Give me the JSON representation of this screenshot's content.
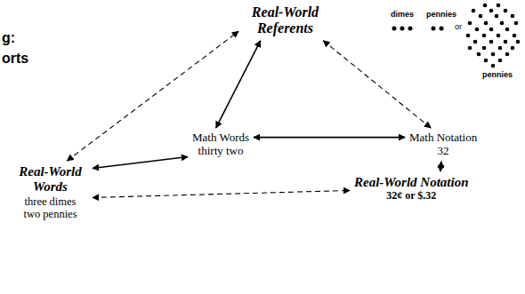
{
  "diagram": {
    "nodes": [
      {
        "text": [
          "Real-World Referents"
        ]
      },
      {
        "text": [
          "Math Words",
          "thirty two"
        ]
      },
      {
        "text": [
          "Math Notation",
          "32"
        ]
      },
      {
        "text": [
          "Real-World Words",
          "three dimes two pennies"
        ]
      },
      {
        "text": [
          "Real-World Notation",
          "32¢ or $.32"
        ]
      }
    ],
    "edges": [
      {
        "from": 1,
        "to": 2,
        "arrow": "both"
      },
      {
        "from": 1,
        "to": 0,
        "arrow": "both"
      },
      {
        "from": 2,
        "to": 0,
        "arrow": "both"
      },
      {
        "from": 3,
        "to": 0,
        "arrow": "both"
      },
      {
        "from": 3,
        "to": 1,
        "arrow": "both"
      },
      {
        "from": 3,
        "to": 4,
        "arrow": "both"
      },
      {
        "from": 2,
        "to": 4,
        "arrow": "both"
      }
    ],
    "labels": [
      "g:",
      "orts",
      "dimes",
      "pennies",
      "or",
      "pennies"
    ]
  }
}
